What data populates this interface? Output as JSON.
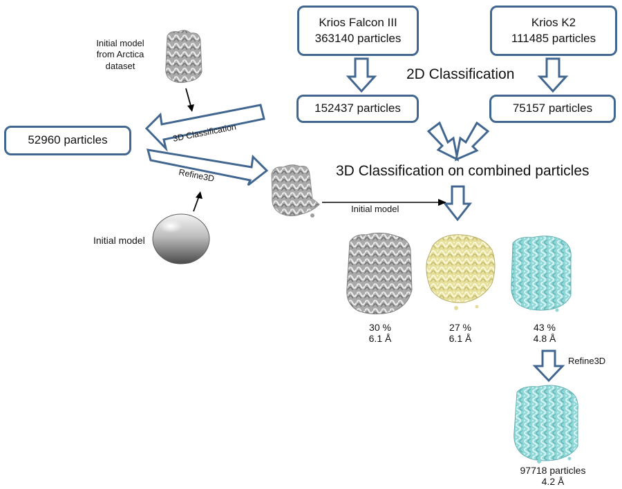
{
  "boxes": {
    "falcon": {
      "line1": "Krios Falcon III",
      "line2": "363140 particles"
    },
    "k2": {
      "line1": "Krios K2",
      "line2": "111485 particles"
    },
    "falcon_2d": "152437 particles",
    "k2_2d": "75157 particles",
    "left": "52960 particles"
  },
  "labels": {
    "classification_2d": "2D Classification",
    "classification_3d_combined": "3D Classification on combined particles",
    "classification_3d_arrow": "3D Classification",
    "refine3d_arrow": "Refine3D",
    "initial_model_arctica": [
      "Initial model",
      "from Arctica",
      "dataset"
    ],
    "initial_model_sphere": "Initial model",
    "initial_model_arrow": "Initial model",
    "refine3d_right": "Refine3D"
  },
  "classes": [
    {
      "percent": "30 %",
      "resolution": "6.1 Å",
      "color": "#9a9a9a"
    },
    {
      "percent": "27 %",
      "resolution": "6.1 Å",
      "color": "#e9e3a4"
    },
    {
      "percent": "43 %",
      "resolution": "4.8 Å",
      "color": "#8fd6d6"
    }
  ],
  "final": {
    "particles": "97718 particles",
    "resolution": "4.2 Å",
    "color": "#8fd6d6"
  },
  "colors": {
    "box_border": "#41668f",
    "arrow_border": "#41668f"
  }
}
